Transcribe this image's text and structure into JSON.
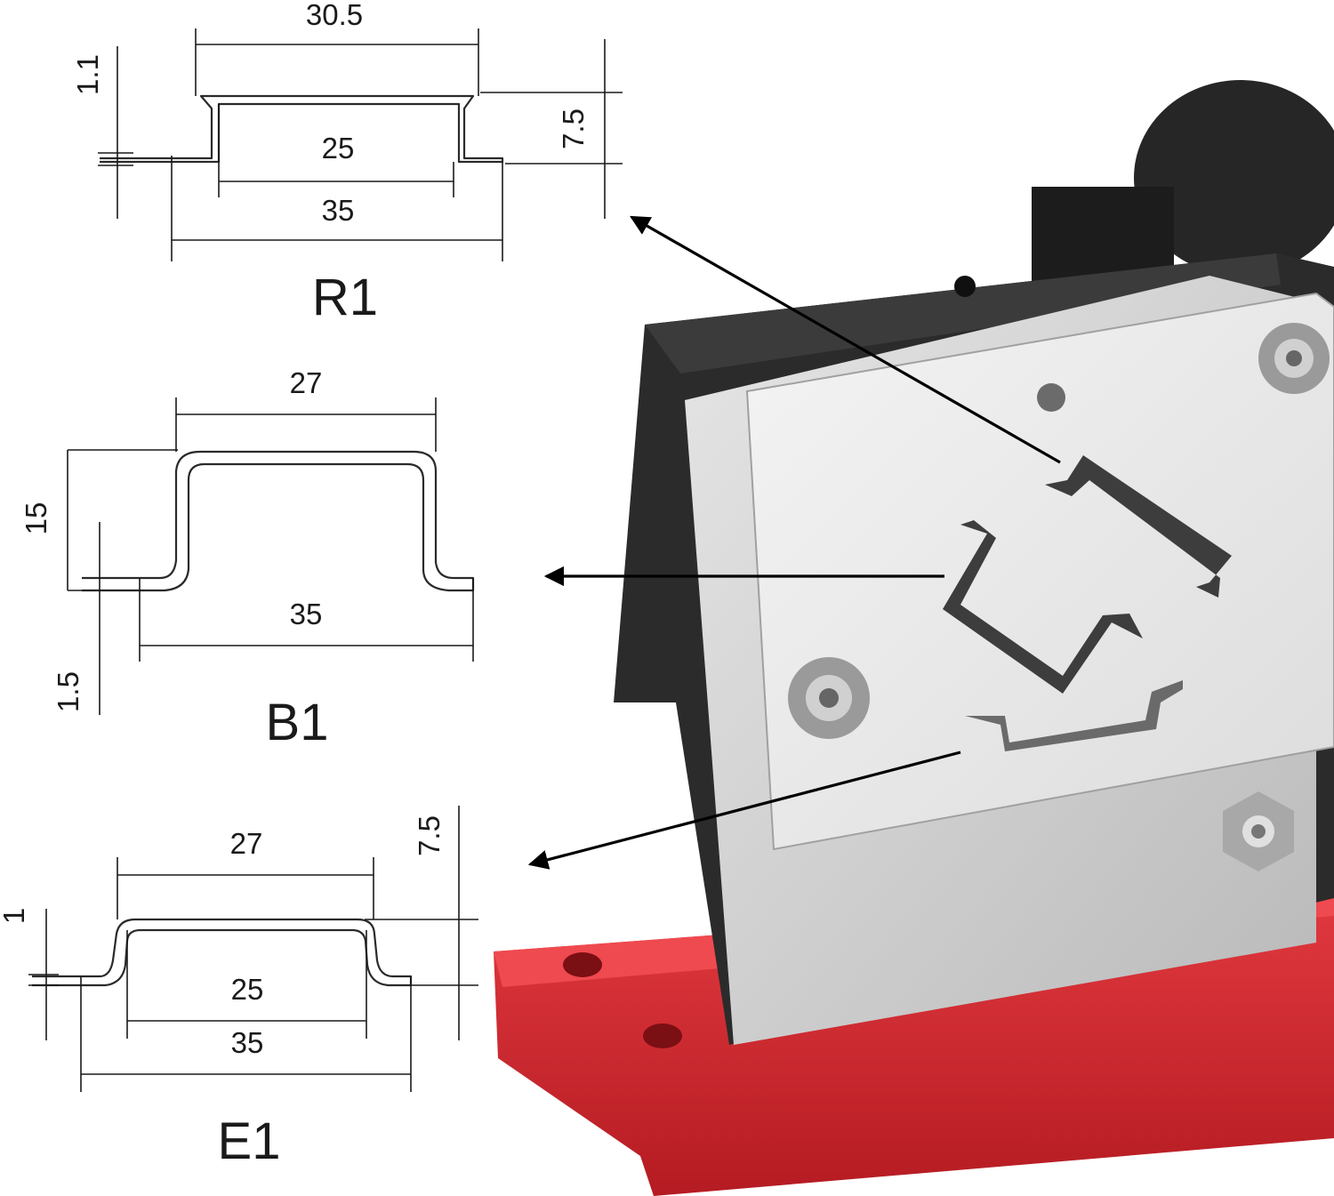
{
  "profiles": {
    "r1": {
      "name": "R1",
      "dims": {
        "top_width": "30.5",
        "inner_width": "25",
        "outer_width": "35",
        "thickness": "1.1",
        "height": "7.5"
      }
    },
    "b1": {
      "name": "B1",
      "dims": {
        "top_width": "27",
        "height": "15",
        "outer_width": "35",
        "thickness": "1.5"
      }
    },
    "e1": {
      "name": "E1",
      "dims": {
        "top_width": "27",
        "height": "7.5",
        "thickness": "1",
        "inner_width": "25",
        "outer_width": "35"
      }
    }
  },
  "machine": {
    "description_icon": "din-rail-cutter-icon",
    "colors": {
      "base": "#d8262d",
      "body": "#2b2b2b",
      "plate": "#c9c9c9",
      "blade": "#e9e9e9"
    }
  }
}
